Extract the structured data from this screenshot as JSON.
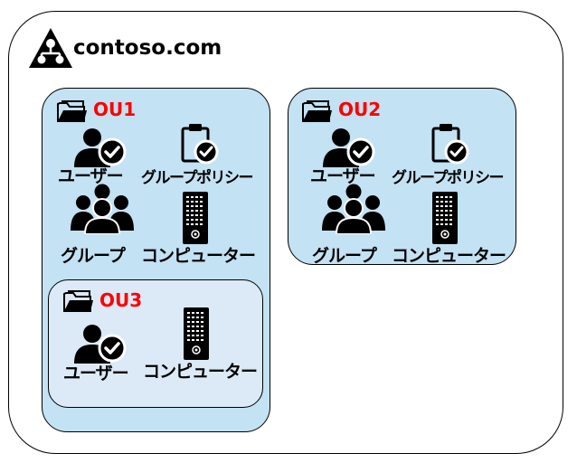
{
  "colors": {
    "ou_fill": "#c3e2f3",
    "nested_ou_fill": "#dce9f6",
    "ou_title": "#ff0000",
    "icon": "#000000"
  },
  "domain": {
    "name": "contoso.com",
    "icon": "domain-tree-icon"
  },
  "ous": [
    {
      "title": "OU1",
      "icon": "folder-icon",
      "items": [
        {
          "label": "ユーザー",
          "icon": "user-check-icon"
        },
        {
          "label": "グループポリシー",
          "icon": "clipboard-check-icon"
        },
        {
          "label": "グループ",
          "icon": "group-icon"
        },
        {
          "label": "コンピューター",
          "icon": "computer-tower-icon"
        }
      ],
      "children": [
        {
          "title": "OU3",
          "icon": "folder-icon",
          "items": [
            {
              "label": "ユーザー",
              "icon": "user-check-icon"
            },
            {
              "label": "コンピューター",
              "icon": "computer-tower-icon"
            }
          ]
        }
      ]
    },
    {
      "title": "OU2",
      "icon": "folder-icon",
      "items": [
        {
          "label": "ユーザー",
          "icon": "user-check-icon"
        },
        {
          "label": "グループポリシー",
          "icon": "clipboard-check-icon"
        },
        {
          "label": "グループ",
          "icon": "group-icon"
        },
        {
          "label": "コンピューター",
          "icon": "computer-tower-icon"
        }
      ]
    }
  ]
}
